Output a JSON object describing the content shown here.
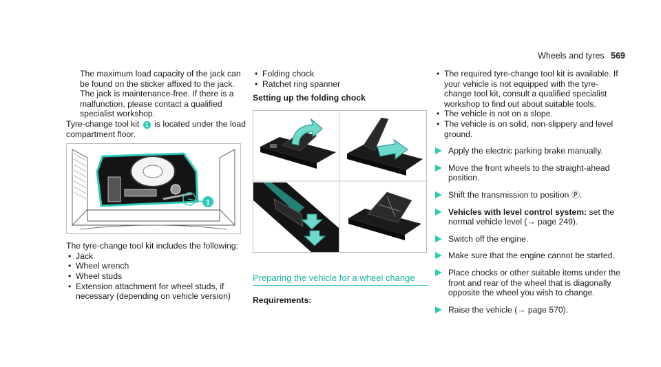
{
  "header": {
    "section": "Wheels and tyres",
    "page": "569"
  },
  "col1": {
    "para1": "The maximum load capacity of the jack can be found on the sticker affixed to the jack. The jack is maintenance-free. If there is a malfunction, please contact a qualified specialist workshop.",
    "kit_location_before": "Tyre-change tool kit ",
    "kit_location_badge": "1",
    "kit_location_after": " is located under the load compartment floor.",
    "callout": "1",
    "kit_intro": "The tyre-change tool kit includes the following:",
    "kit_items": [
      "Jack",
      "Wheel wrench",
      "Wheel studs",
      "Extension attachment for wheel studs, if necessary (depending on vehicle version)"
    ]
  },
  "col2": {
    "items": [
      "Folding chock",
      "Ratchet ring spanner"
    ],
    "setup_heading": "Setting up the folding chock",
    "section_title": "Preparing the vehicle for a wheel change",
    "requirements": "Requirements:"
  },
  "col3": {
    "requirements": [
      "The required tyre-change tool kit is available. If your vehicle is not equipped with the tyre-change tool kit, consult a qualified specialist workshop to find out about suitable tools.",
      "The vehicle is not on a slope.",
      "The vehicle is on solid, non-slippery and level ground."
    ],
    "steps": [
      {
        "text": "Apply the electric parking brake manually."
      },
      {
        "text": "Move the front wheels to the straight-ahead position."
      },
      {
        "text": "Shift the transmission to position Ⓟ."
      },
      {
        "bold": "Vehicles with level control system:",
        "text": " set the normal vehicle level (→ page 249)."
      },
      {
        "text": "Switch off the engine."
      },
      {
        "text": "Make sure that the engine cannot be started."
      },
      {
        "text": "Place chocks or other suitable items under the front and rear of the wheel that is diagonally opposite the wheel you wish to change."
      },
      {
        "text": "Raise the vehicle (→ page 570)."
      }
    ]
  },
  "colors": {
    "accent": "#2fc9b8",
    "accent_text": "#18b3a4"
  }
}
